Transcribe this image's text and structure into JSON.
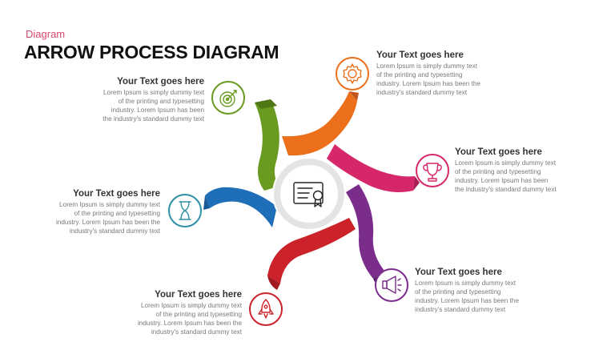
{
  "header": {
    "kicker": "Diagram",
    "title": "ARROW PROCESS DIAGRAM"
  },
  "colors": {
    "green": "#6a9a1f",
    "orange": "#ec6f1c",
    "pink": "#d6276a",
    "purple": "#7a2d8b",
    "red": "#cc2229",
    "blue": "#1f6fb8",
    "teal": "#2e8fa6",
    "kicker": "#d8486d"
  },
  "center": {
    "icon": "certificate-icon"
  },
  "steps": [
    {
      "id": "green",
      "icon": "target-icon",
      "heading": "Your Text goes here",
      "lines": [
        "Lorem Ipsum is simply dummy text",
        "of the printing and typesetting",
        "industry. Lorem Ipsum has been",
        "the industry's standard dummy text"
      ]
    },
    {
      "id": "orange",
      "icon": "gear-icon",
      "heading": "Your Text goes here",
      "lines": [
        "Lorem Ipsum is simply dummy text",
        "of the printing and typesetting",
        "industry. Lorem Ipsum has been the",
        "industry's standard dummy text"
      ]
    },
    {
      "id": "pink",
      "icon": "trophy-icon",
      "heading": "Your Text goes here",
      "lines": [
        "Lorem Ipsum is simply dummy text",
        "of the printing and typesetting",
        "industry. Lorem Ipsum has been",
        "the industry's standard dummy text"
      ]
    },
    {
      "id": "blue",
      "icon": "hourglass-icon",
      "heading": "Your Text goes here",
      "lines": [
        "Lorem Ipsum is simply dummy text",
        "of the printing and typesetting",
        "industry. Lorem Ipsum has been the",
        "industry's standard dummy text"
      ]
    },
    {
      "id": "purple",
      "icon": "megaphone-icon",
      "heading": "Your Text goes here",
      "lines": [
        "Lorem Ipsum is simply dummy text",
        "of the printing and typesetting",
        "industry. Lorem Ipsum has been the",
        "industry's standard dummy text"
      ]
    },
    {
      "id": "red",
      "icon": "rocket-icon",
      "heading": "Your Text goes here",
      "lines": [
        "Lorem Ipsum is simply dummy text",
        "of the printing and typesetting",
        "industry. Lorem Ipsum has been the",
        "industry's standard dummy text"
      ]
    }
  ]
}
